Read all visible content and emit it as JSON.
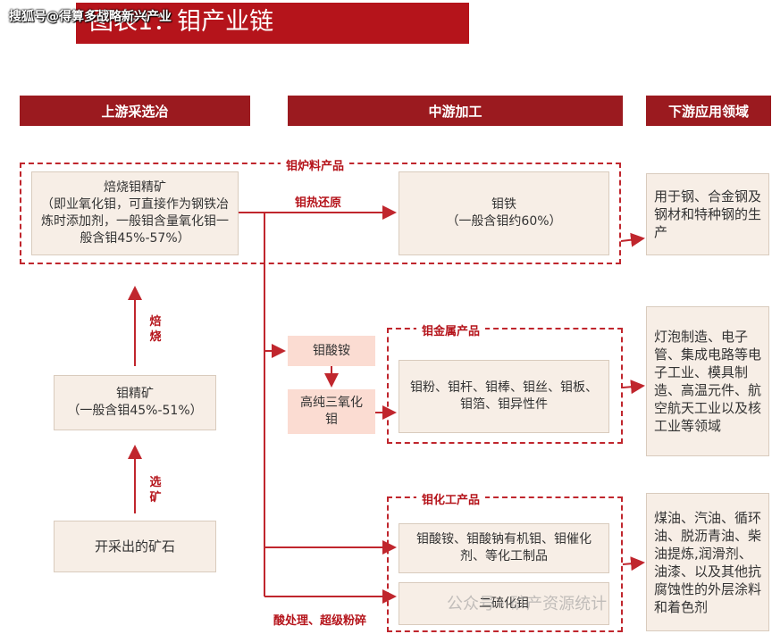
{
  "watermark_top": "搜狐号@得算多战略新兴产业",
  "title": "图表1：钼产业链",
  "headers": {
    "upstream": "上游采选冶",
    "midstream": "中游加工",
    "downstream": "下游应用领域"
  },
  "upstream": {
    "roasted": "焙烧钼精矿\n（即业氧化钼，可直接作为钢铁冶炼时添加剂，一般钼含量氧化钼一般含钼45%-57%）",
    "concentrate": "钼精矿\n（一般含钼45%-51%）",
    "ore": "开采出的矿石",
    "roast_label": "焙烧",
    "select_label": "选矿"
  },
  "groups": {
    "furnace": "钼炉料产品",
    "metal": "钼金属产品",
    "chemical": "钼化工产品"
  },
  "arrows": {
    "thermal": "钼热还原",
    "acid": "酸处理、超级粉碎"
  },
  "midstream": {
    "ferro": "钼铁\n（一般含钼约60%）",
    "ammonium": "钼酸铵",
    "trioxide": "高纯三氧化钼",
    "metal_products": "钼粉、钼杆、钼棒、钼丝、钼板、钼箔、钼异性件",
    "chem_products": "钼酸铵、钼酸钠有机钼、钼催化剂、等化工制品",
    "disulfide": "二硫化钼"
  },
  "downstream": {
    "steel": "用于钢、合金钢及钢材和特种钢的生产",
    "electronics": "灯泡制造、电子管、集成电路等电子工业、模具制造、高温元件、航空航天工业以及核工业等领域",
    "oils": "煤油、汽油、循环油、脱沥青油、柴油提炼,润滑剂、油漆、以及其他抗腐蚀性的外层涂料和着色剂"
  },
  "watermark_bottom": "公众号 · 矿产资源统计",
  "colors": {
    "title_red": "#b5141b",
    "header_red": "#9b1a1f",
    "box_beige": "#f7eee6",
    "box_pink": "#fbdcd2"
  }
}
